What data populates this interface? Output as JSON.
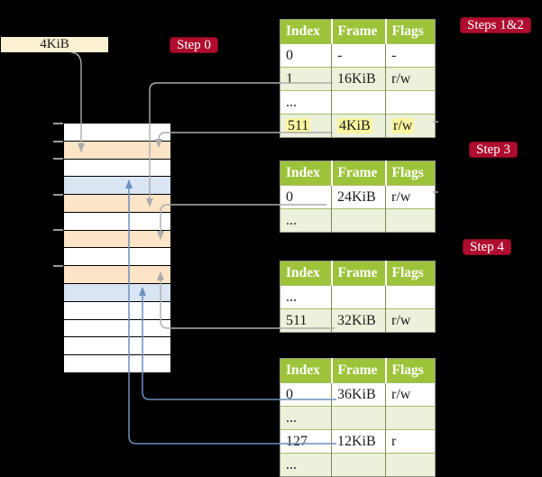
{
  "frame_size_label": {
    "text": "4KiB"
  },
  "badges": {
    "step0": {
      "label": "Step 0"
    },
    "steps_1_2": {
      "label": "Steps 1&2"
    },
    "step3": {
      "label": "Step 3"
    },
    "step4": {
      "label": "Step 4"
    }
  },
  "page_tables": {
    "columns": [
      "Index",
      "Frame",
      "Flags"
    ],
    "tables": [
      {
        "name": "page-table-steps-1-2",
        "rows": [
          {
            "cells": [
              "0",
              "-",
              "-"
            ],
            "shaded": false,
            "highlight": false
          },
          {
            "cells": [
              "1",
              "16KiB",
              "r/w"
            ],
            "shaded": true,
            "highlight": false
          },
          {
            "cells": [
              "...",
              "",
              ""
            ],
            "shaded": false,
            "highlight": false
          },
          {
            "cells": [
              "511",
              "4KiB",
              "r/w"
            ],
            "shaded": true,
            "highlight": true
          }
        ]
      },
      {
        "name": "page-table-step-3",
        "rows": [
          {
            "cells": [
              "0",
              "24KiB",
              "r/w"
            ],
            "shaded": false,
            "highlight": false
          },
          {
            "cells": [
              "...",
              "",
              ""
            ],
            "shaded": true,
            "highlight": false
          }
        ]
      },
      {
        "name": "page-table-step-4",
        "rows": [
          {
            "cells": [
              "...",
              "",
              ""
            ],
            "shaded": false,
            "highlight": false
          },
          {
            "cells": [
              "511",
              "32KiB",
              "r/w"
            ],
            "shaded": true,
            "highlight": false
          }
        ]
      },
      {
        "name": "page-table-bottom",
        "rows": [
          {
            "cells": [
              "0",
              "36KiB",
              "r/w"
            ],
            "shaded": false,
            "highlight": false
          },
          {
            "cells": [
              "...",
              "",
              ""
            ],
            "shaded": true,
            "highlight": false
          },
          {
            "cells": [
              "127",
              "12KiB",
              "r"
            ],
            "shaded": false,
            "highlight": false
          },
          {
            "cells": [
              "...",
              "",
              ""
            ],
            "shaded": true,
            "highlight": false
          }
        ]
      }
    ]
  },
  "memory_strip": {
    "rows": [
      "plain",
      "peach",
      "plain",
      "blue",
      "peach",
      "plain",
      "peach",
      "plain",
      "peach",
      "blue",
      "plain",
      "plain",
      "plain",
      "plain"
    ]
  },
  "colors": {
    "badge_red": "#AE0D2F",
    "header_green": "#9DC33A",
    "shaded_row_green": "#EBF1DB",
    "highlight_yellow": "#FBF5A0",
    "frame_peach": "#FCE4C6",
    "frame_blue": "#D9E5F3",
    "label_cream": "#FBF0D2",
    "gray_arrow": "#ACACAC",
    "blue_arrow": "#6C8EBF"
  }
}
